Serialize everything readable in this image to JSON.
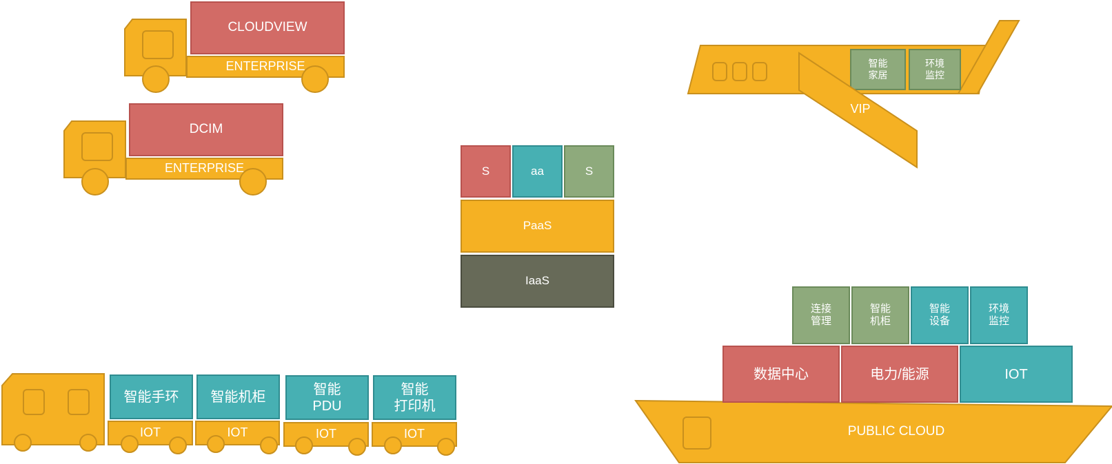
{
  "trucks": {
    "cloudview": {
      "cargo": "CLOUDVIEW",
      "bed": "ENTERPRISE"
    },
    "dcim": {
      "cargo": "DCIM",
      "bed": "ENTERPRISE"
    }
  },
  "saas_stack": {
    "s_left": "S",
    "aa": "aa",
    "s_right": "S",
    "paas": "PaaS",
    "iaas": "IaaS"
  },
  "plane": {
    "wing_label": "VIP",
    "box1": "智能\n家居",
    "box2": "环境\n监控"
  },
  "train": {
    "cars": [
      {
        "label": "智能手环",
        "base": "IOT"
      },
      {
        "label": "智能机柜",
        "base": "IOT"
      },
      {
        "label": "智能\nPDU",
        "base": "IOT"
      },
      {
        "label": "智能\n打印机",
        "base": "IOT"
      }
    ]
  },
  "ship": {
    "hull": "PUBLIC CLOUD",
    "row1": [
      "数据中心",
      "电力/能源",
      "IOT"
    ],
    "row2": [
      "连接\n管理",
      "智能\n机柜",
      "智能\n设备",
      "环境\n监控"
    ]
  },
  "colors": {
    "red": "#d26b66",
    "teal": "#47b0b3",
    "green": "#8eaa7c",
    "yellow": "#f5b123",
    "dark": "#676a58"
  }
}
